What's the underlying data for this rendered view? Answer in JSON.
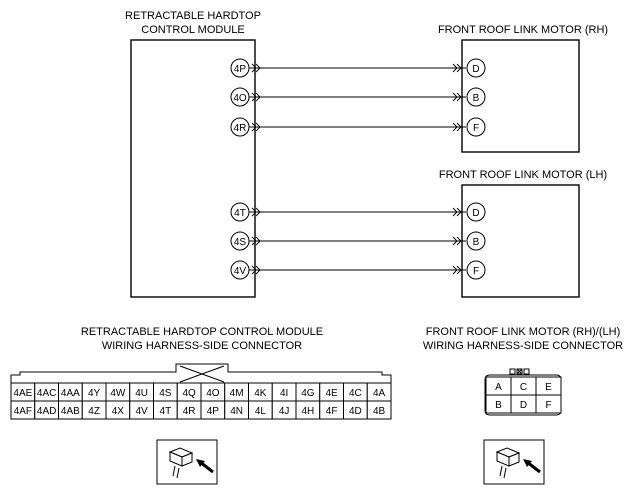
{
  "module": {
    "title_line1": "RETRACTABLE HARDTOP",
    "title_line2": "CONTROL MODULE",
    "pins": [
      "4P",
      "4O",
      "4R",
      "4T",
      "4S",
      "4V"
    ]
  },
  "motor_rh": {
    "title": "FRONT ROOF LINK MOTOR (RH)",
    "pins": [
      "D",
      "B",
      "F"
    ]
  },
  "motor_lh": {
    "title": "FRONT ROOF LINK MOTOR (LH)",
    "pins": [
      "D",
      "B",
      "F"
    ]
  },
  "module_connector": {
    "title_line1": "RETRACTABLE HARDTOP CONTROL MODULE",
    "title_line2": "WIRING HARNESS-SIDE CONNECTOR",
    "row1": [
      "4AE",
      "4AC",
      "4AA",
      "4Y",
      "4W",
      "4U",
      "4S",
      "4Q",
      "4O",
      "4M",
      "4K",
      "4I",
      "4G",
      "4E",
      "4C",
      "4A"
    ],
    "row2": [
      "4AF",
      "4AD",
      "4AB",
      "4Z",
      "4X",
      "4V",
      "4T",
      "4R",
      "4P",
      "4N",
      "4L",
      "4J",
      "4H",
      "4F",
      "4D",
      "4B"
    ]
  },
  "motor_connector": {
    "title_line1": "FRONT ROOF LINK MOTOR (RH)/(LH)",
    "title_line2": "WIRING HARNESS-SIDE CONNECTOR",
    "row1": [
      "A",
      "C",
      "E"
    ],
    "row2": [
      "B",
      "D",
      "F"
    ]
  },
  "icons": [
    "connector-view-icon",
    "connector-view-icon"
  ]
}
